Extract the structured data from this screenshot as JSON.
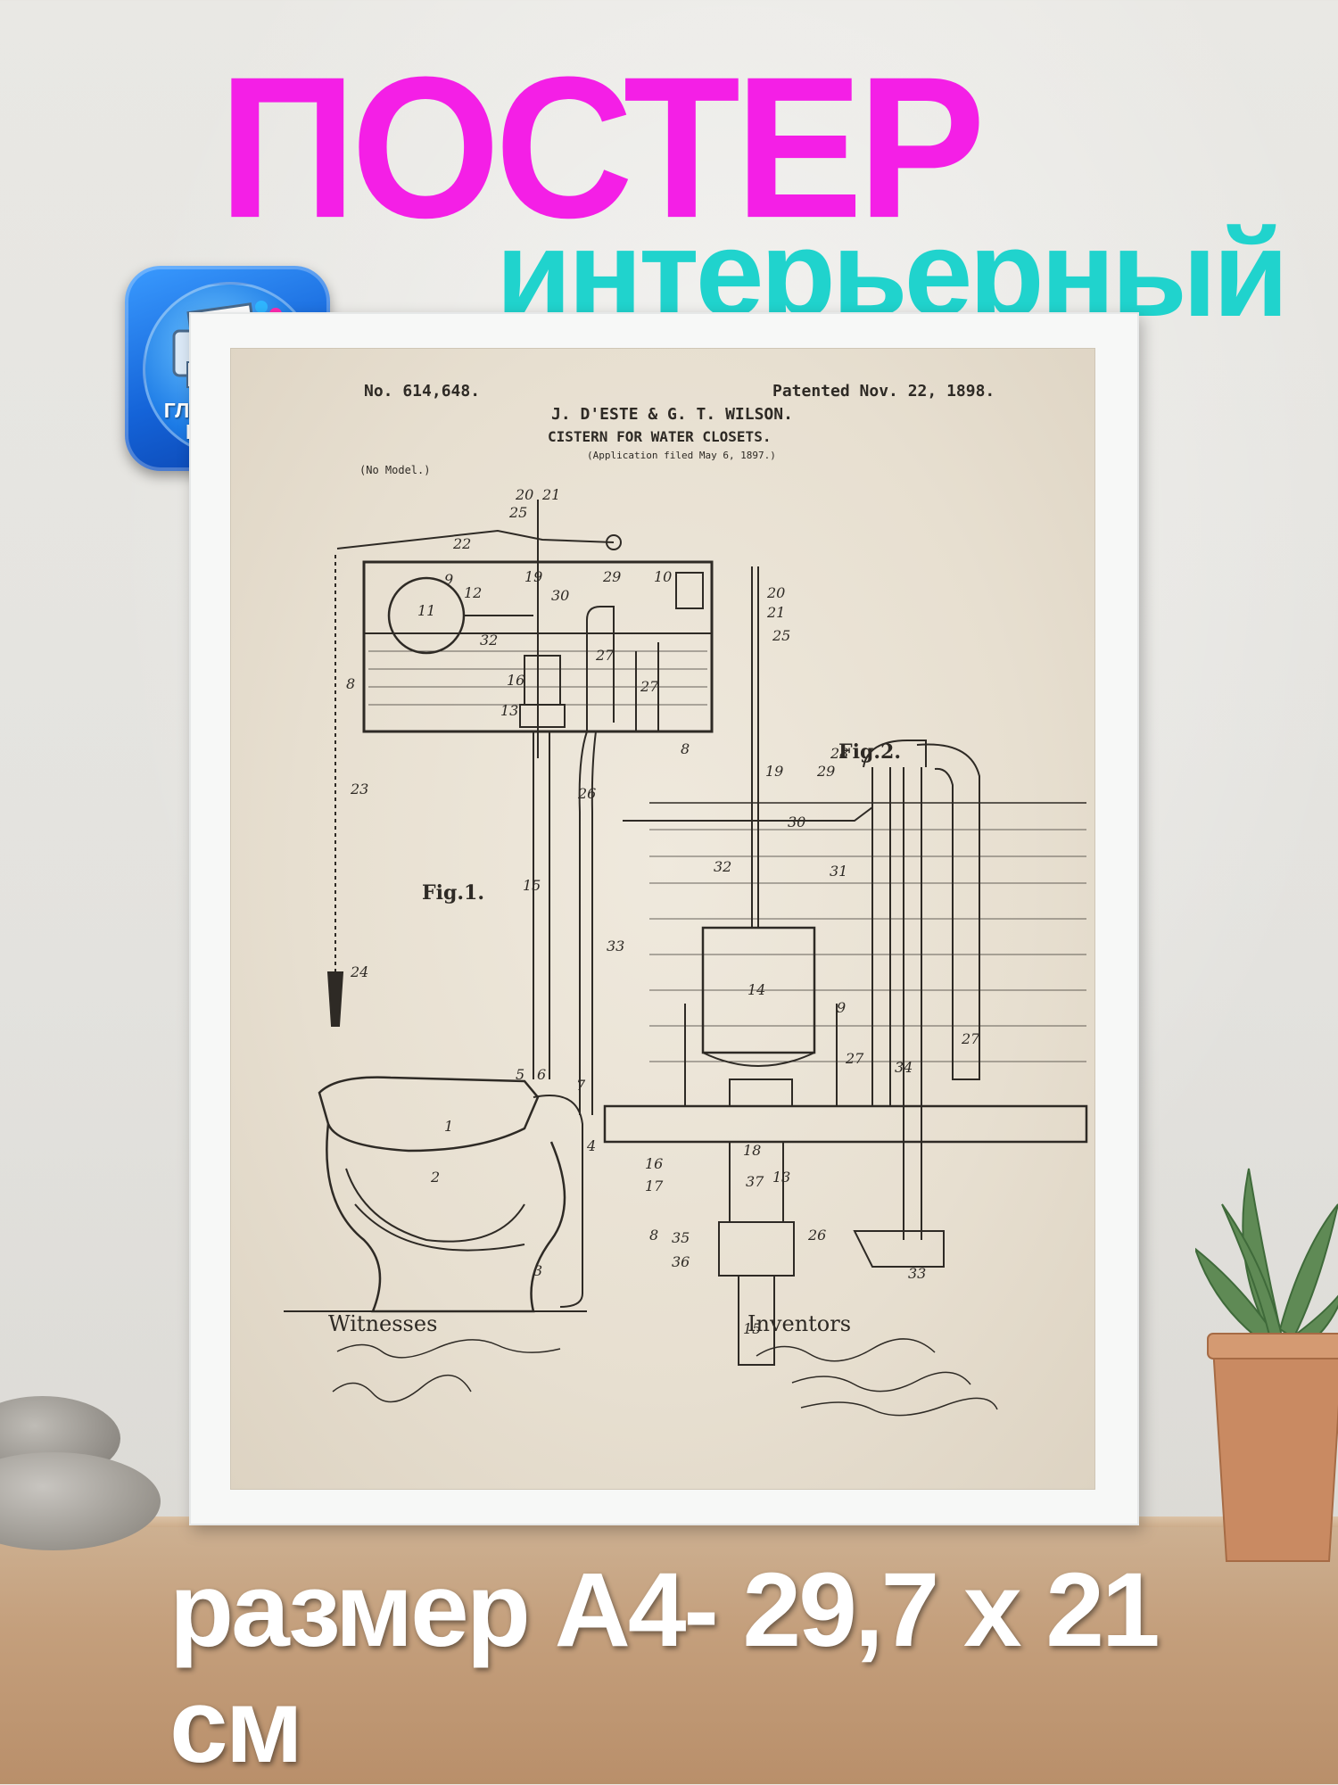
{
  "heading": {
    "main": "ПОСТЕР",
    "sub": "интерьерный",
    "size": "размер А4- 29,7 х 21 см"
  },
  "badge": {
    "icon": "printer-icon",
    "line1": "ГЛЯНЦЕВАЯ",
    "line2": "ПЕЧАТЬ"
  },
  "poster": {
    "patent_no": "No. 614,648.",
    "patent_date": "Patented Nov. 22, 1898.",
    "inventors_line": "J. D'ESTE & G. T. WILSON.",
    "title": "CISTERN FOR WATER CLOSETS.",
    "application": "(Application filed May 6, 1897.)",
    "model_note": "(No Model.)",
    "fig1_label": "Fig.1.",
    "fig2_label": "Fig.2.",
    "witnesses_label": "Witnesses",
    "inventors_label": "Inventors"
  },
  "colors": {
    "main_heading": "#f41fe6",
    "sub_heading": "#20d3cd",
    "badge": "#1463d8",
    "frame": "#f7f8f7",
    "paper": "#e9e2d4"
  }
}
